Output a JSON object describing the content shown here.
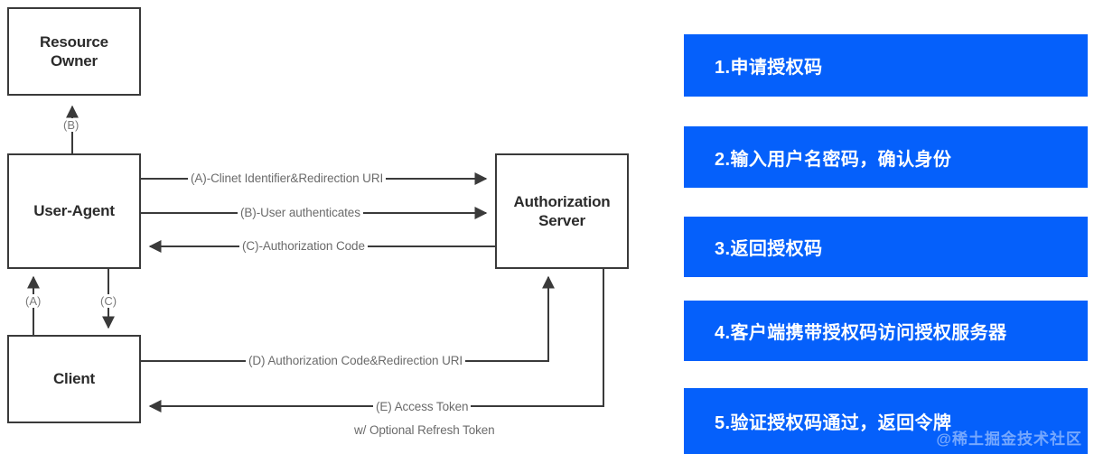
{
  "diagram": {
    "nodes": {
      "resource_owner": "Resource\nOwner",
      "user_agent": "User-Agent",
      "client": "Client",
      "authorization_server": "Authorization\nServer"
    },
    "edge_labels": {
      "a_client_identifier": "(A)-Clinet Identifier&Redirection URI",
      "b_user_authenticates": "(B)-User authenticates",
      "c_authorization_code": "(C)-Authorization Code",
      "d_authorization_code_redirect": "(D) Authorization Code&Redirection URI",
      "e_access_token": "(E) Access Token",
      "e_access_token_sub": "w/  Optional Refresh Token"
    },
    "step_markers": {
      "a": "(A)",
      "b": "(B)",
      "c": "(C)"
    },
    "colors": {
      "box_border": "#3a3a3a",
      "line": "#3a3a3a",
      "label_text": "#6b6b6b"
    }
  },
  "steps_panel": {
    "accent_color": "#0560fb",
    "items": [
      {
        "text": "1.申请授权码"
      },
      {
        "text": "2.输入用户名密码，确认身份"
      },
      {
        "text": "3.返回授权码"
      },
      {
        "text": "4.客户端携带授权码访问授权服务器"
      },
      {
        "text": "5.验证授权码通过，返回令牌"
      }
    ],
    "watermark": "@稀土掘金技术社区"
  }
}
